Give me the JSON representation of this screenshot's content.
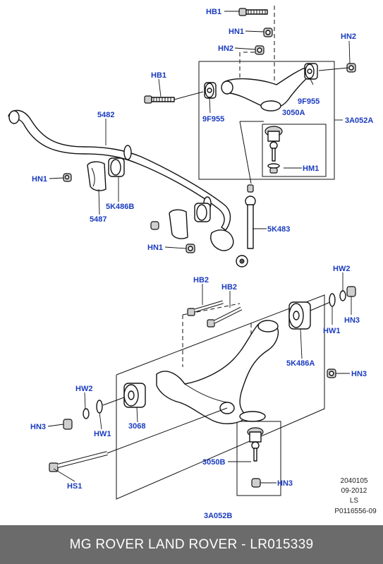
{
  "labels": {
    "hb1_top": "HB1",
    "hn1_top": "HN1",
    "hn2_top": "HN2",
    "hn2_right": "HN2",
    "hb1_mid": "HB1",
    "fc9f955_left": "9F955",
    "fc9f955_right": "9F955",
    "p3050a": "3050A",
    "p3a052a": "3A052A",
    "hm1": "HM1",
    "p5482": "5482",
    "hn1_left": "HN1",
    "p5k486b": "5K486B",
    "p5487": "5487",
    "hn1_lower": "HN1",
    "p5k483": "5K483",
    "hw2_right": "HW2",
    "hb2_a": "HB2",
    "hb2_b": "HB2",
    "hw1_right": "HW1",
    "hn3_right": "HN3",
    "p5k486a": "5K486A",
    "hn3_mid": "HN3",
    "hw2_left": "HW2",
    "hn3_left": "HN3",
    "hw1_left": "HW1",
    "p3068": "3068",
    "p3050b": "3050B",
    "hn3_lower": "HN3",
    "hs1": "HS1",
    "p3a052b": "3A052B"
  },
  "meta": {
    "line1": "2040105",
    "line2": "09-2012",
    "line3": "LS",
    "line4": "P0116556-09"
  },
  "footer": {
    "caption": "MG ROVER LAND ROVER - LR015339"
  }
}
